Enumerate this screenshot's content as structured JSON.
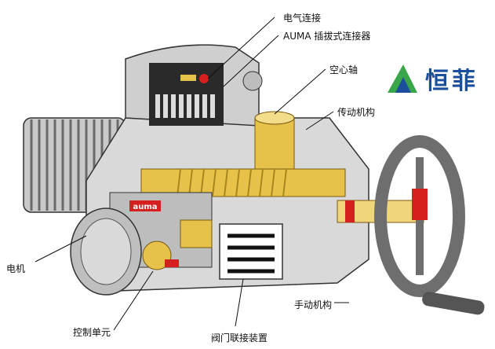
{
  "labels": {
    "electrical_connection": "电气连接",
    "auma_plug_connector": "AUMA 插拔式连接器",
    "hollow_shaft": "空心轴",
    "transmission": "传动机构",
    "motor": "电机",
    "manual_mechanism": "手动机构",
    "control_unit": "控制单元",
    "valve_coupling": "阀门联接装置"
  },
  "logo": {
    "text": "恒菲",
    "color": "#1b4f9e",
    "accent": "#3aa64a"
  },
  "brand_plate": "auma",
  "colors": {
    "background": "#000000",
    "gear": "#e6c24a",
    "housing": "#d9d9d9",
    "red_part": "#d61f1f",
    "handwheel": "#6e6e6e"
  }
}
